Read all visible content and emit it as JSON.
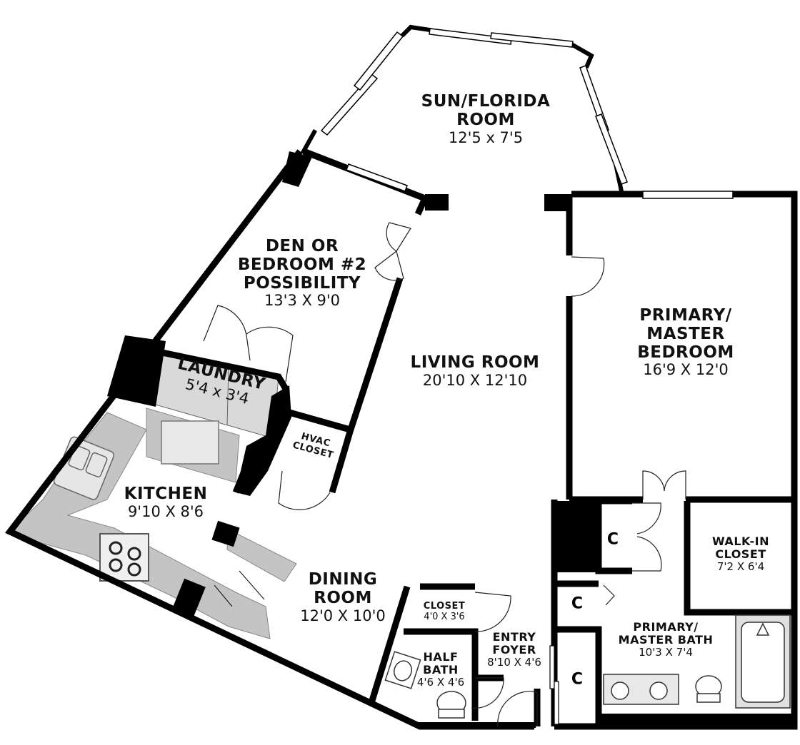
{
  "rooms": {
    "sun": {
      "name1": "SUN/FLORIDA",
      "name2": "ROOM",
      "dims": "12'5 x 7'5"
    },
    "den": {
      "name1": "DEN OR",
      "name2": "BEDROOM #2",
      "name3": "POSSIBILITY",
      "dims": "13'3 X 9'0"
    },
    "living": {
      "name": "LIVING ROOM",
      "dims": "20'10 X 12'10"
    },
    "primary_bedroom": {
      "name1": "PRIMARY/",
      "name2": "MASTER",
      "name3": "BEDROOM",
      "dims": "16'9 X 12'0"
    },
    "laundry": {
      "name": "LAUNDRY",
      "dims": "5'4 x 3'4"
    },
    "hvac": {
      "name1": "HVAC",
      "name2": "CLOSET"
    },
    "kitchen": {
      "name": "KITCHEN",
      "dims": "9'10 X 8'6"
    },
    "dining": {
      "name1": "DINING",
      "name2": "ROOM",
      "dims": "12'0 X 10'0"
    },
    "closet": {
      "name": "CLOSET",
      "dims": "4'0 X 3'6"
    },
    "half_bath": {
      "name1": "HALF",
      "name2": "BATH",
      "dims": "4'6 X 4'6"
    },
    "entry": {
      "name1": "ENTRY",
      "name2": "FOYER",
      "dims": "8'10 X 4'6"
    },
    "walk_in": {
      "name1": "WALK-IN",
      "name2": "CLOSET",
      "dims": "7'2 X 6'4"
    },
    "primary_bath": {
      "name1": "PRIMARY/",
      "name2": "MASTER BATH",
      "dims": "10'3 X 7'4"
    }
  },
  "closet_marks": [
    "C",
    "C",
    "C"
  ],
  "colors": {
    "wall": "#000000",
    "counter": "#c4c4c4",
    "laundry_floor": "#d9d9d9",
    "window": "#ffffff"
  }
}
